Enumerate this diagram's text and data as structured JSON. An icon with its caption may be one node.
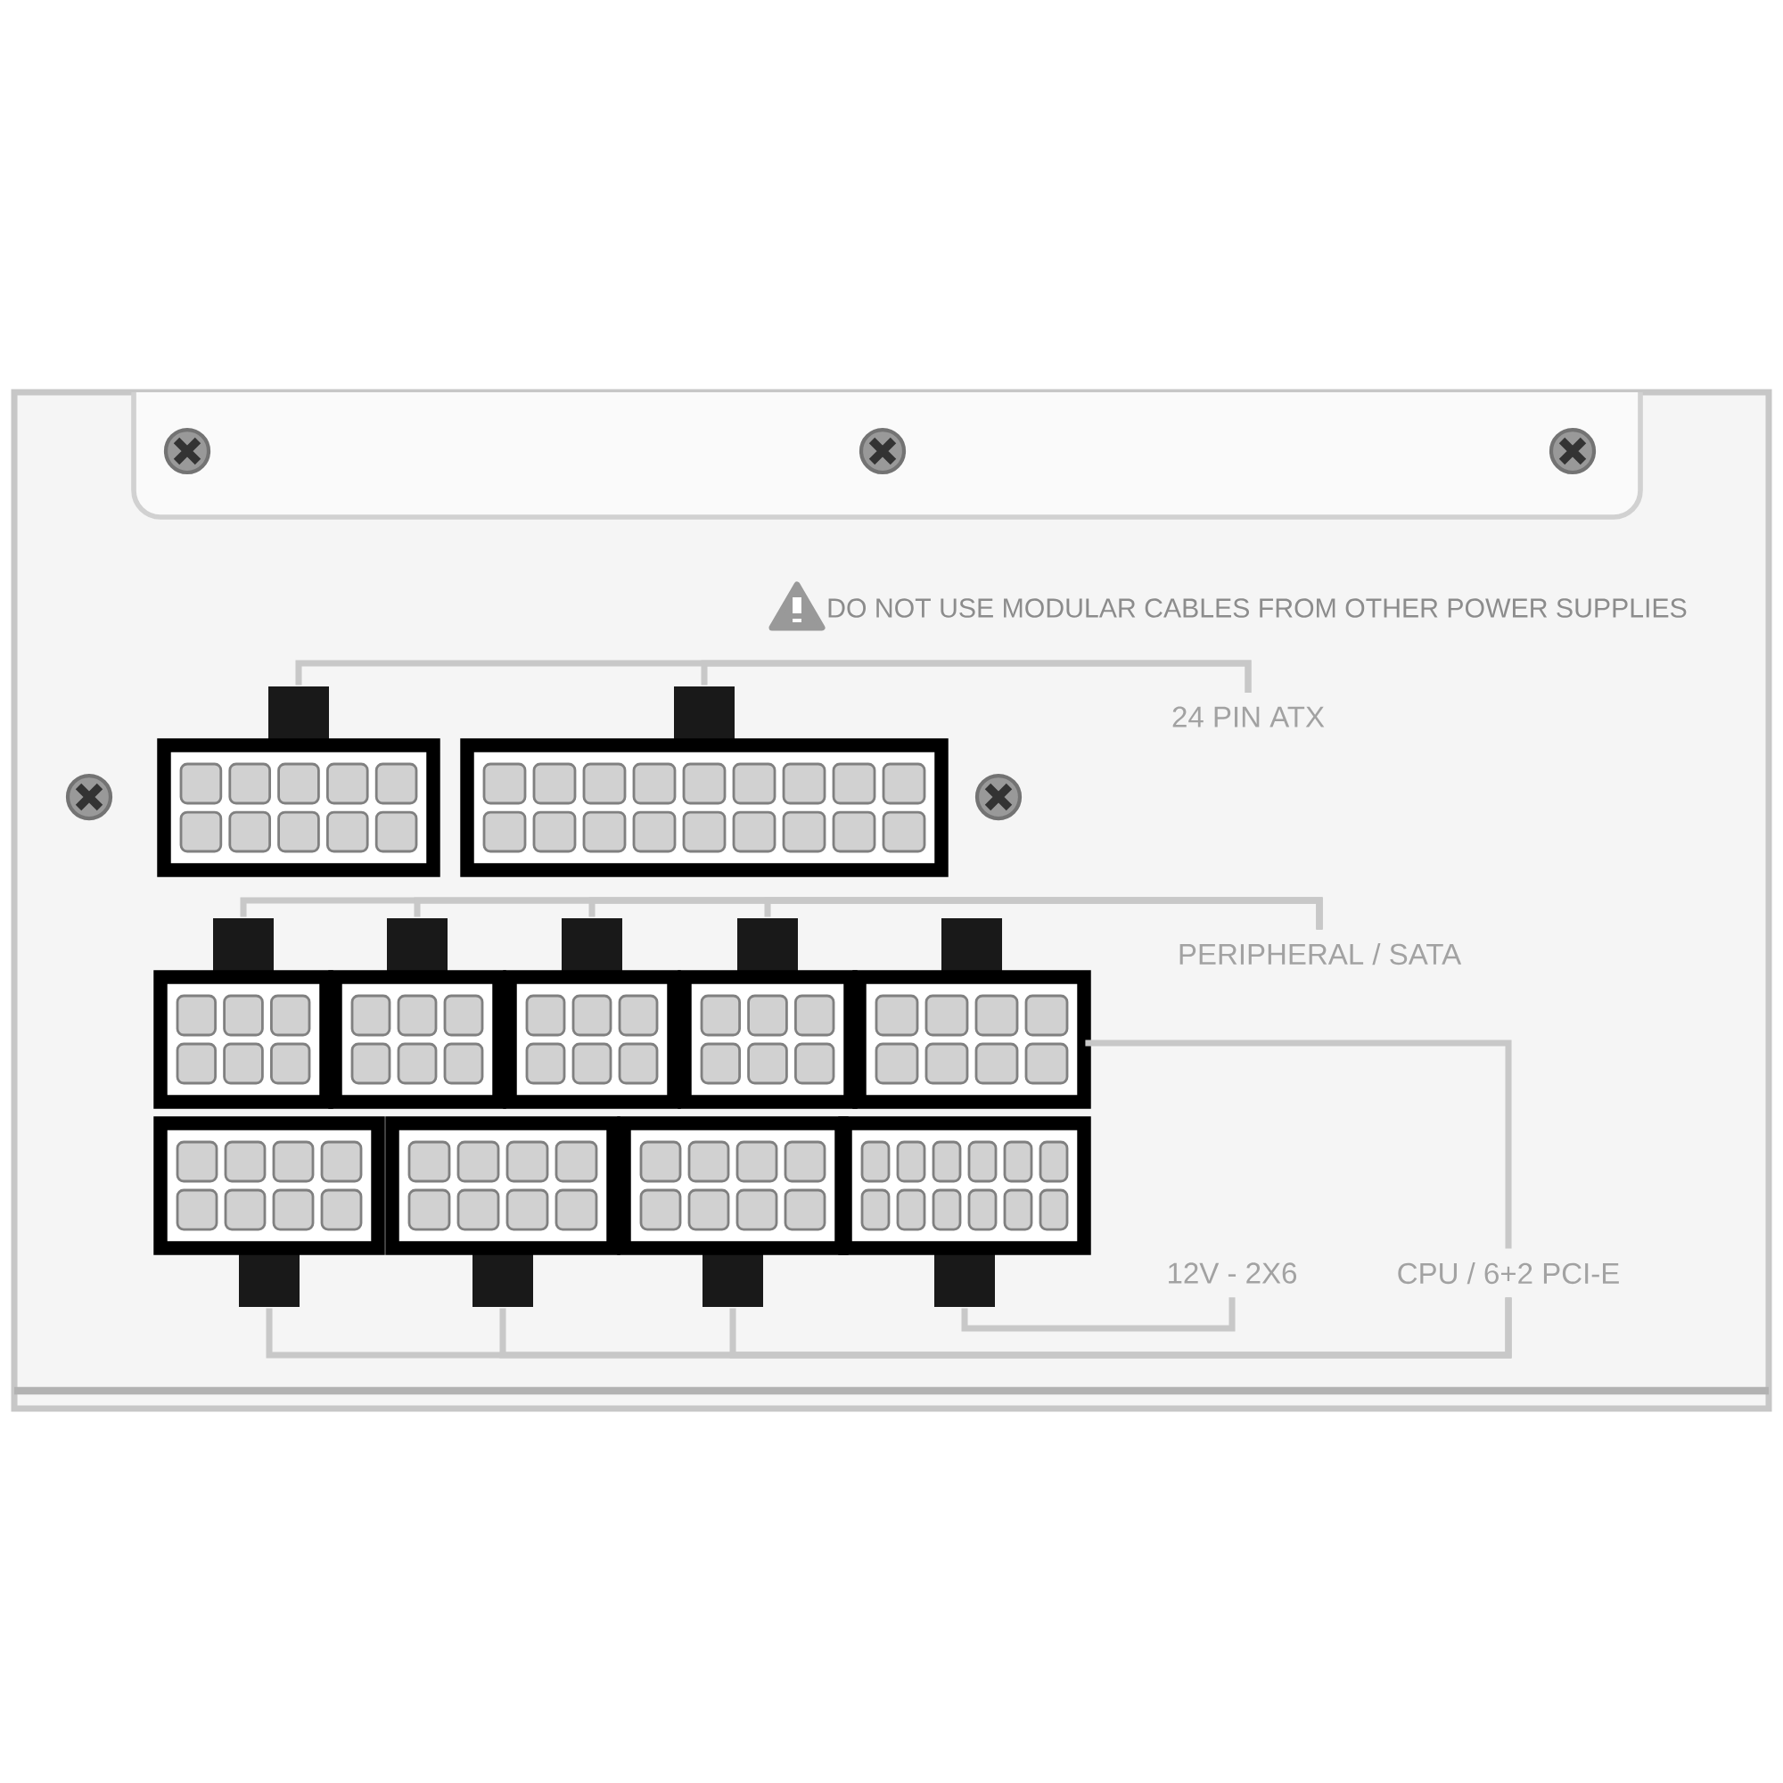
{
  "diagram": {
    "nodes": [
      {
        "text": [
          "24 PIN ATX"
        ]
      },
      {
        "text": [],
        "shape": "box"
      },
      {
        "text": [],
        "shape": "box"
      },
      {
        "text": [
          "PERIPHERAL / SATA"
        ]
      },
      {
        "text": [],
        "shape": "box"
      },
      {
        "text": [],
        "shape": "box"
      },
      {
        "text": [],
        "shape": "box"
      },
      {
        "text": [],
        "shape": "box"
      },
      {
        "text": [],
        "shape": "box"
      },
      {
        "text": [],
        "shape": "box"
      },
      {
        "text": [],
        "shape": "box"
      },
      {
        "text": [],
        "shape": "box"
      },
      {
        "text": [],
        "shape": "box"
      },
      {
        "text": [
          "12V - 2X6"
        ]
      },
      {
        "text": [
          "CPU / 6+2 PCI-E"
        ]
      }
    ],
    "edges": [
      {
        "from": 0,
        "to": 1,
        "arrow": "none"
      },
      {
        "from": 0,
        "to": 2,
        "arrow": "none"
      },
      {
        "from": 3,
        "to": 4,
        "arrow": "none"
      },
      {
        "from": 3,
        "to": 5,
        "arrow": "none"
      },
      {
        "from": 3,
        "to": 6,
        "arrow": "none"
      },
      {
        "from": 3,
        "to": 7,
        "arrow": "none"
      },
      {
        "from": 14,
        "to": 8,
        "arrow": "none"
      },
      {
        "from": 14,
        "to": 9,
        "arrow": "none"
      },
      {
        "from": 14,
        "to": 10,
        "arrow": "none"
      },
      {
        "from": 14,
        "to": 11,
        "arrow": "none"
      },
      {
        "from": 13,
        "to": 12,
        "arrow": "none"
      }
    ],
    "labels": [
      "DO NOT USE MODULAR CABLES FROM OTHER POWER SUPPLIES"
    ]
  }
}
